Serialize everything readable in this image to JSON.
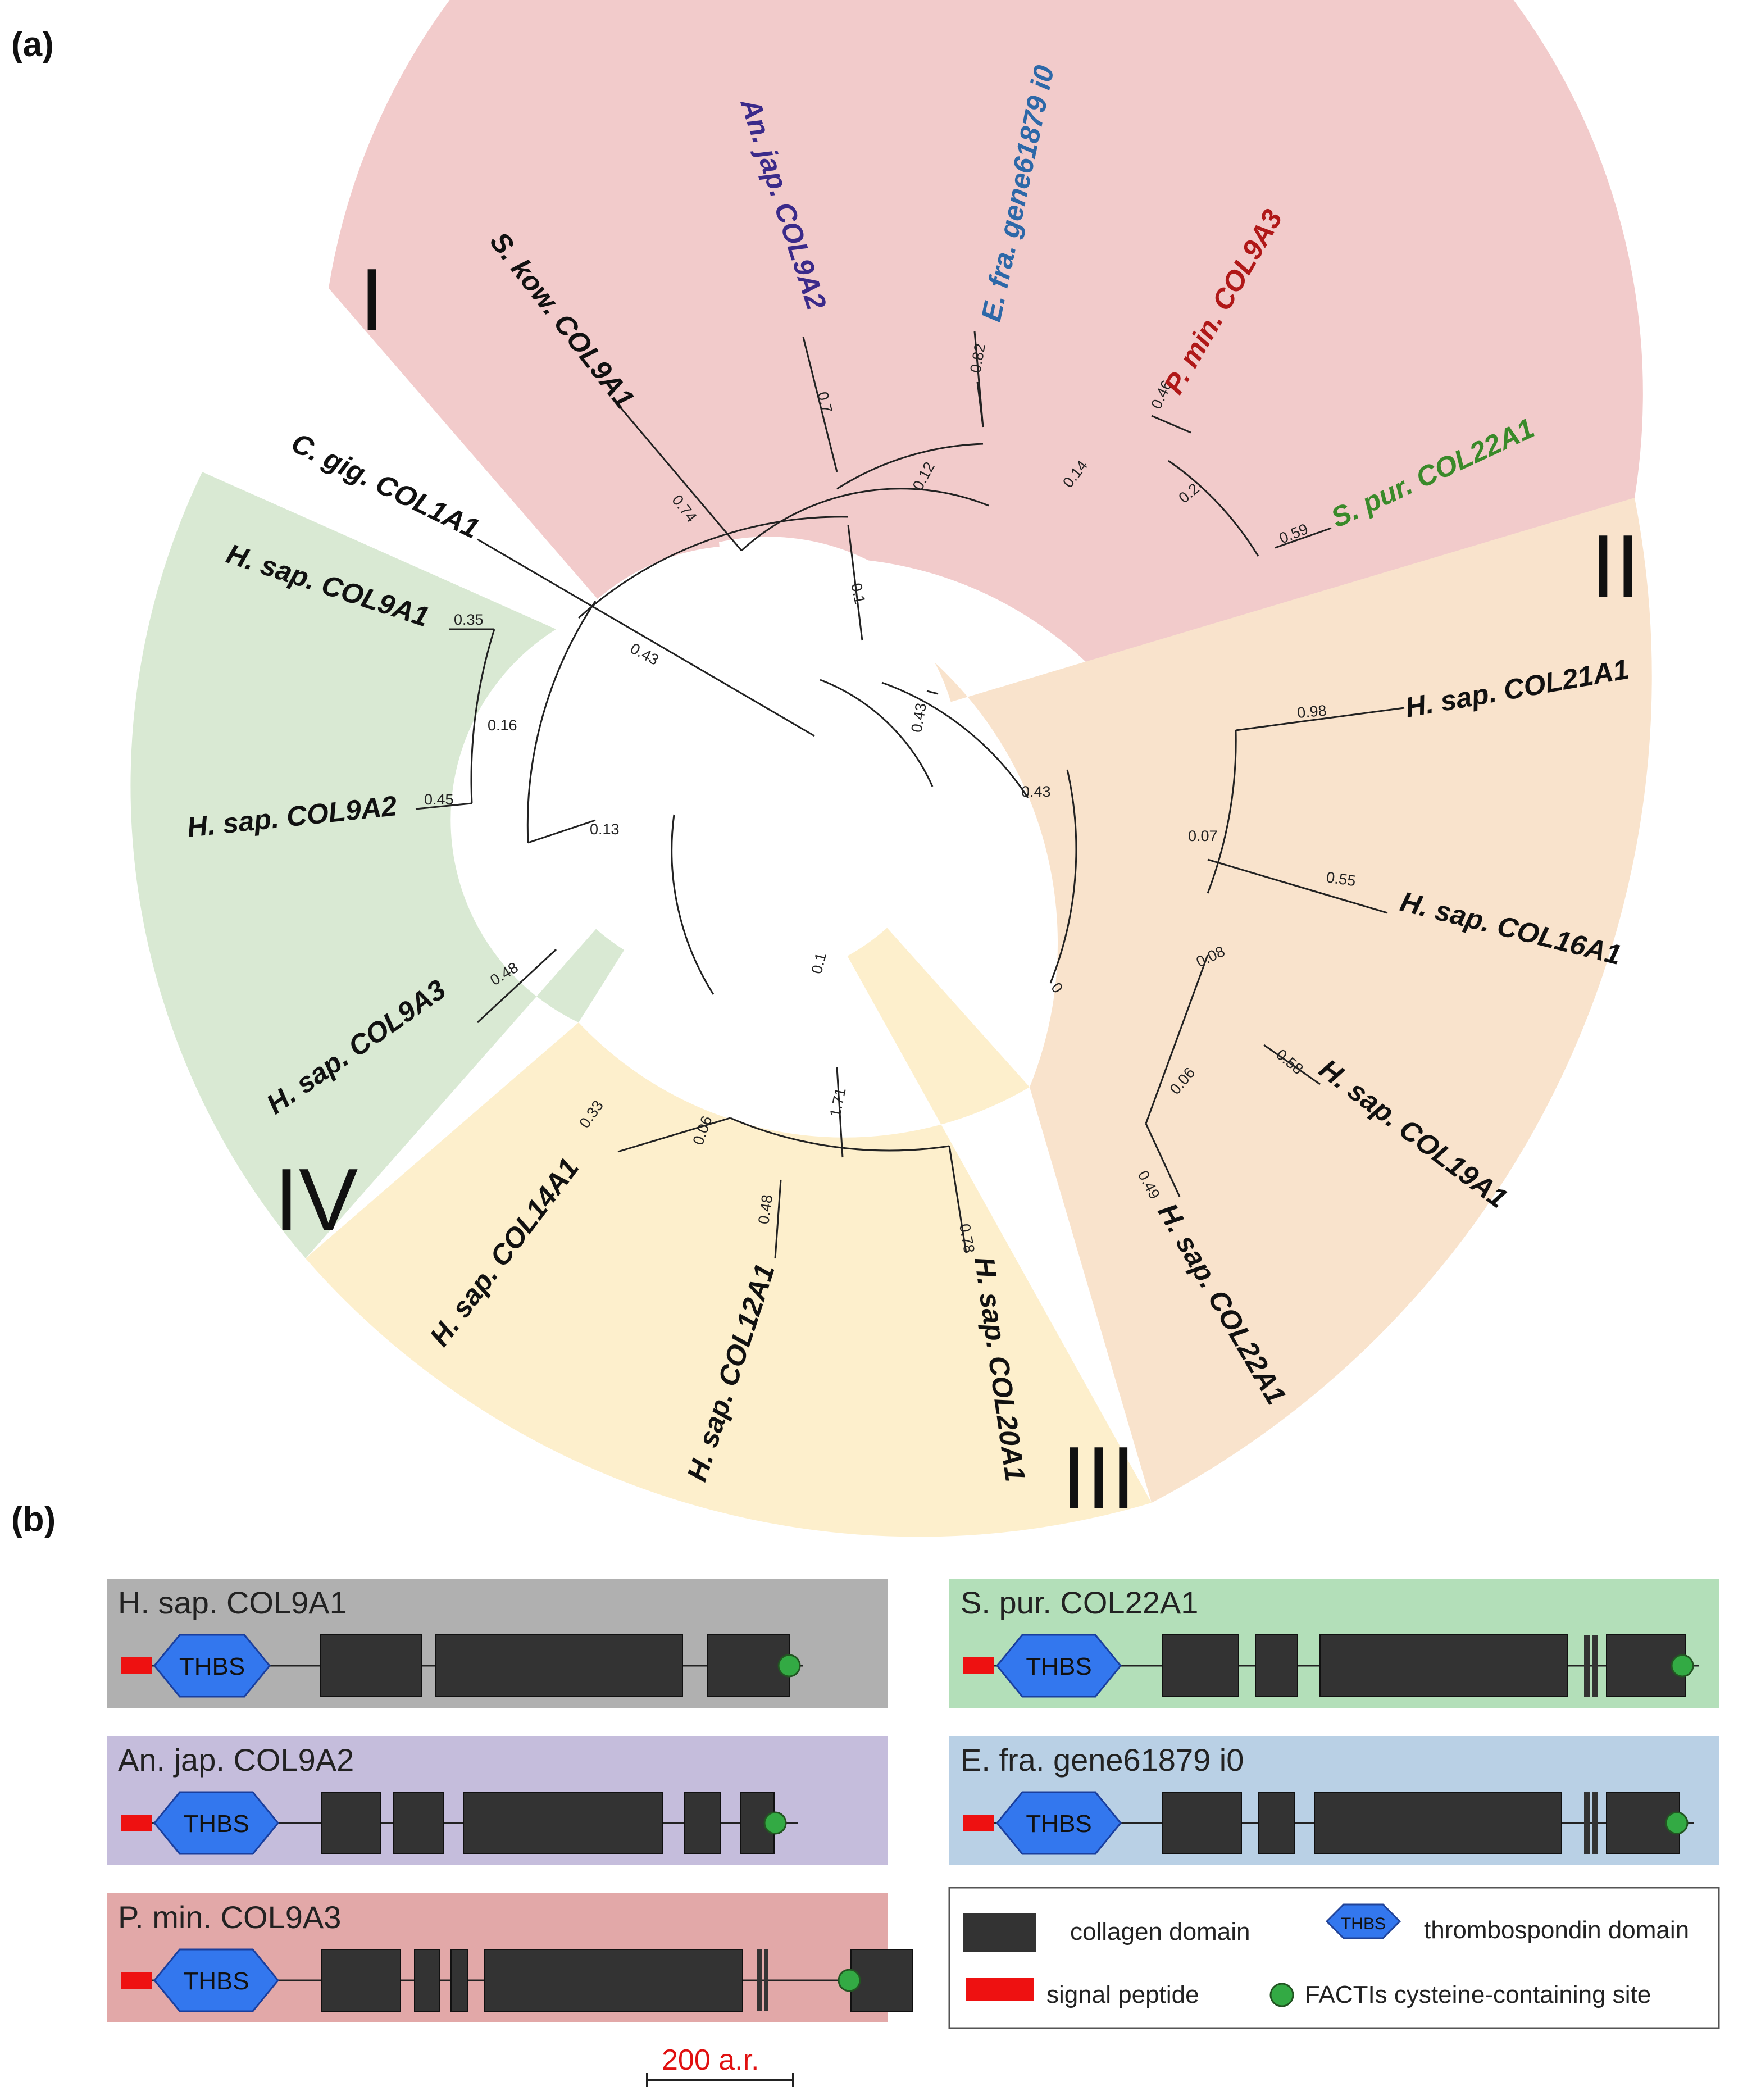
{
  "panels": {
    "a": "(a)",
    "b": "(b)"
  },
  "clades": {
    "I": "I",
    "II": "II",
    "III": "III",
    "IV": "IV"
  },
  "colors": {
    "clade_I": "#f2cbcb",
    "clade_II": "#f9e3cc",
    "clade_III": "#fdefcc",
    "clade_IV": "#d9e9d3",
    "collagen_domain": "#333333",
    "thbs_domain": "#3377ee",
    "signal_peptide": "#ee1111",
    "facit_site": "#33aa44",
    "scale_label": "#e01010"
  },
  "tree": {
    "leaves": [
      {
        "id": "s_kow_col9a1",
        "label": "S. kow. COL9A1",
        "color": "#111111",
        "branch": "0.74"
      },
      {
        "id": "an_jap_col9a2",
        "label": "An. jap. COL9A2",
        "color": "#3b2a8a",
        "branch": "0.7"
      },
      {
        "id": "e_fra_gene",
        "label": "E. fra. gene61879 i0",
        "color": "#2d68a8",
        "branch": "0.82"
      },
      {
        "id": "p_min_col9a3",
        "label": "P. min. COL9A3",
        "color": "#b01818",
        "branch": "0.46"
      },
      {
        "id": "s_pur_col22a1",
        "label": "S. pur. COL22A1",
        "color": "#3a8a2a",
        "branch": "0.59"
      },
      {
        "id": "c_gig_col1a1",
        "label": "C. gig. COL1A1",
        "color": "#111111",
        "branch": "0.43"
      },
      {
        "id": "h_sap_col9a1",
        "label": "H. sap. COL9A1",
        "color": "#111111",
        "branch": "0.35"
      },
      {
        "id": "h_sap_col9a2",
        "label": "H. sap. COL9A2",
        "color": "#111111",
        "branch": "0.45"
      },
      {
        "id": "h_sap_col9a3",
        "label": "H. sap. COL9A3",
        "color": "#111111",
        "branch": "0.48"
      },
      {
        "id": "h_sap_col21a1",
        "label": "H. sap. COL21A1",
        "color": "#111111",
        "branch": "0.98"
      },
      {
        "id": "h_sap_col16a1",
        "label": "H. sap. COL16A1",
        "color": "#111111",
        "branch": "0.55"
      },
      {
        "id": "h_sap_col19a1",
        "label": "H. sap. COL19A1",
        "color": "#111111",
        "branch": "0.58"
      },
      {
        "id": "h_sap_col22a1",
        "label": "H. sap. COL22A1",
        "color": "#111111",
        "branch": "0.49"
      },
      {
        "id": "h_sap_col14a1",
        "label": "H. sap. COL14A1",
        "color": "#111111",
        "branch": "0.33"
      },
      {
        "id": "h_sap_col12a1",
        "label": "H. sap. COL12A1",
        "color": "#111111",
        "branch": "0.48"
      },
      {
        "id": "h_sap_col20a1",
        "label": "H. sap. COL20A1",
        "color": "#111111",
        "branch": "0.78"
      }
    ],
    "internal_branches": [
      "0.12",
      "0.14",
      "0.2",
      "0.1",
      "0.43",
      "0.43",
      "0.16",
      "0.13",
      "0.07",
      "0.08",
      "0.06",
      "0.1",
      "0",
      "1.71",
      "0.06"
    ]
  },
  "proteins": [
    {
      "name": "H. sap. COL9A1",
      "bg": "#b0b0b0"
    },
    {
      "name": "An. jap. COL9A2",
      "bg": "#c5bddc"
    },
    {
      "name": "P. min. COL9A3",
      "bg": "#e2a8a8"
    },
    {
      "name": "S. pur. COL22A1",
      "bg": "#b3dfb9"
    },
    {
      "name": "E. fra. gene61879 i0",
      "bg": "#b9d0e5"
    }
  ],
  "thbs_label": "THBS",
  "legend": {
    "collagen": "collagen domain",
    "thbs_small": "THBS",
    "thrombospondin": "thrombospondin domain",
    "signal": "signal peptide",
    "facit": "FACTIs cysteine-containing site"
  },
  "scale_bar": {
    "label": "200 a.r."
  }
}
